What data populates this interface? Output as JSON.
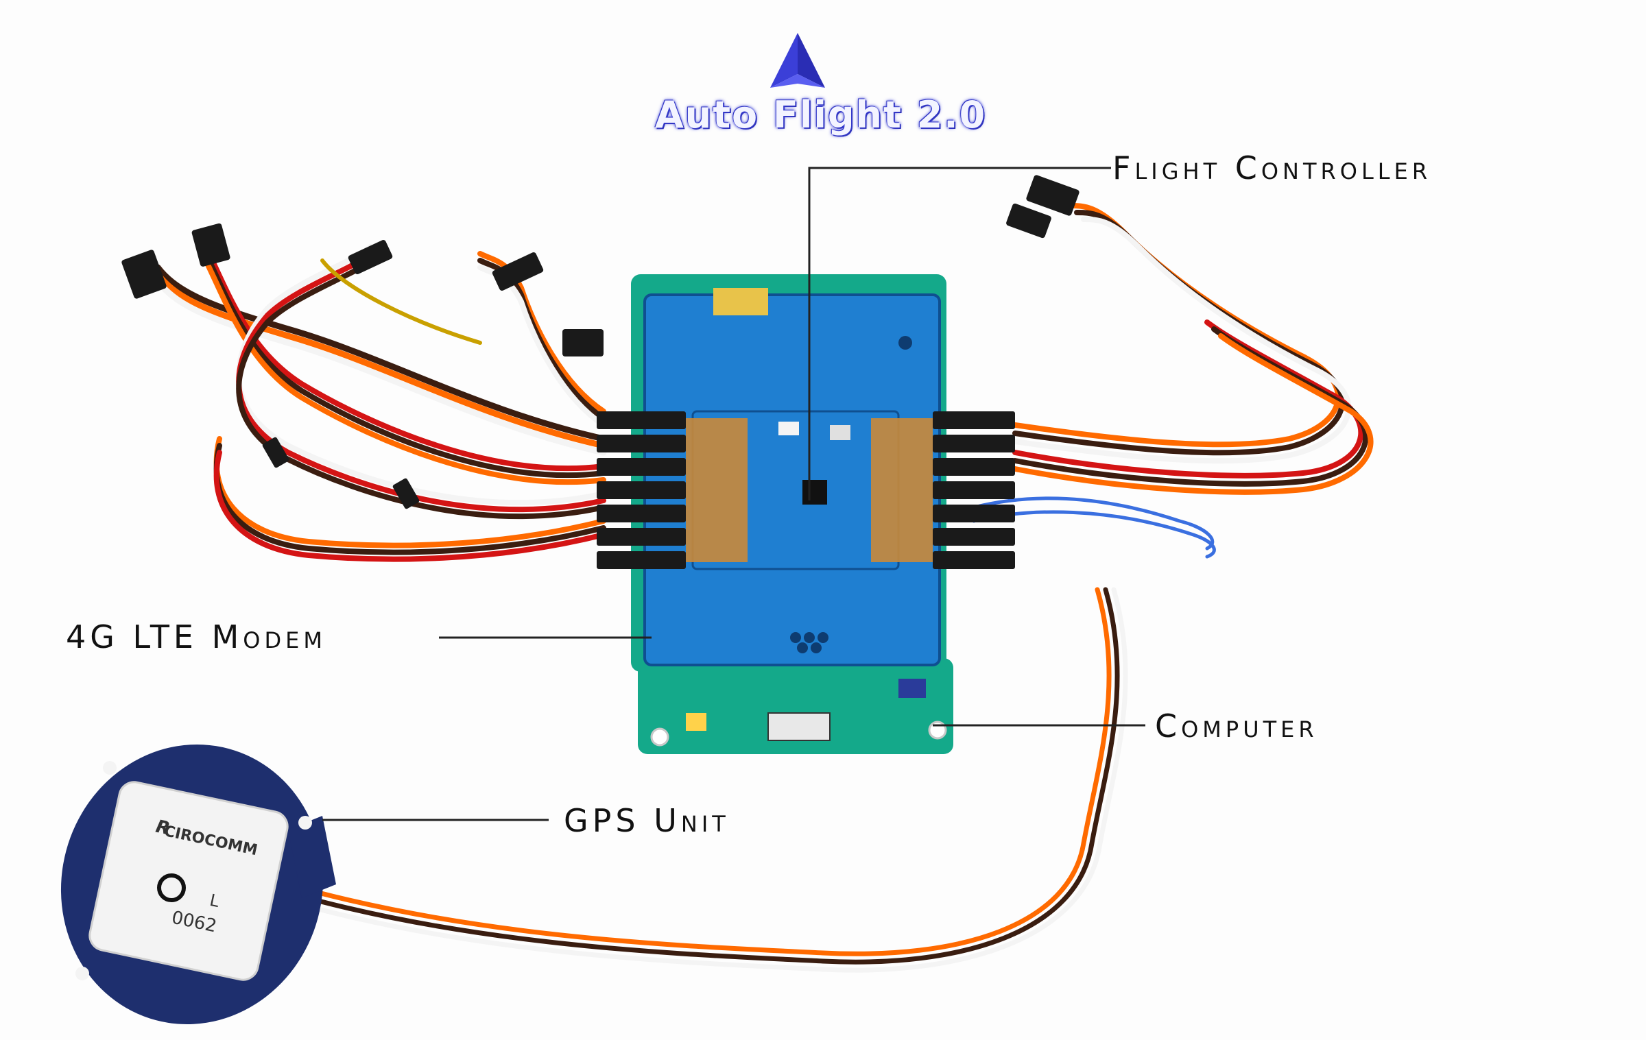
{
  "logo": {
    "text": "Auto Flight 2.0",
    "color": "#3b3fd8"
  },
  "callouts": {
    "flight_controller": "Flight Controller",
    "modem": "4G LTE Modem",
    "computer": "Computer",
    "gps": "GPS Unit"
  },
  "gps_module": {
    "brand": "CIROCOMM",
    "code": "0062",
    "mark": "L"
  },
  "colors": {
    "board_green": "#14a98a",
    "board_blue": "#1f7fd1",
    "gps_board": "#1e2f6e",
    "wire_orange": "#ff6a00",
    "wire_red": "#d41414",
    "wire_brown": "#3a1d10",
    "wire_white": "#f4f4f4",
    "connector": "#1a1a1a"
  }
}
